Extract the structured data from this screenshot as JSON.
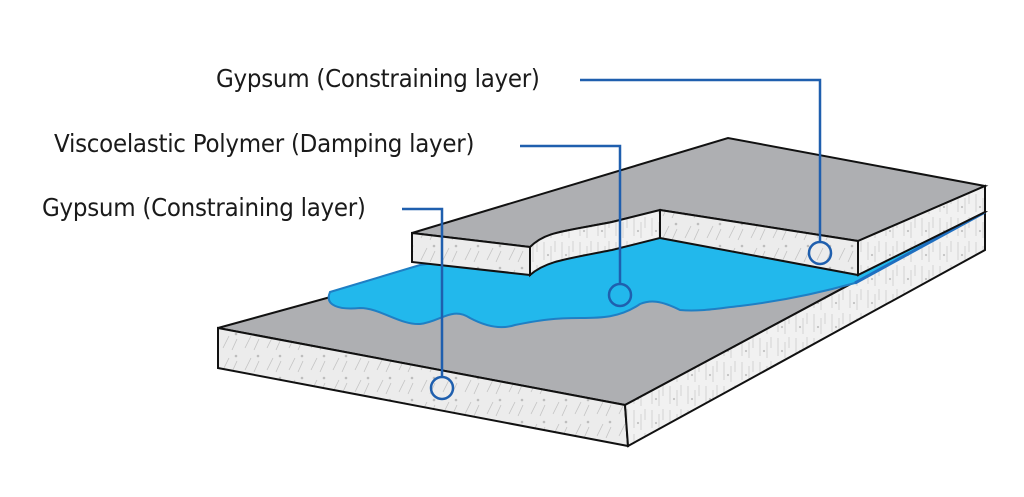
{
  "title": "Constrained layer damping panel",
  "labels": [
    {
      "id": "top-gypsum",
      "text": "Gypsum (Constraining layer)"
    },
    {
      "id": "polymer",
      "text": "Viscoelastic Polymer (Damping layer)"
    },
    {
      "id": "bottom-gypsum",
      "text": "Gypsum (Constraining layer)"
    }
  ],
  "colors": {
    "leader_line": "#1f5fae",
    "polymer": "#22b8ec",
    "gypsum_top_face": "#aeafb2",
    "gypsum_edge": "#eeeeee",
    "outline": "#111111"
  }
}
